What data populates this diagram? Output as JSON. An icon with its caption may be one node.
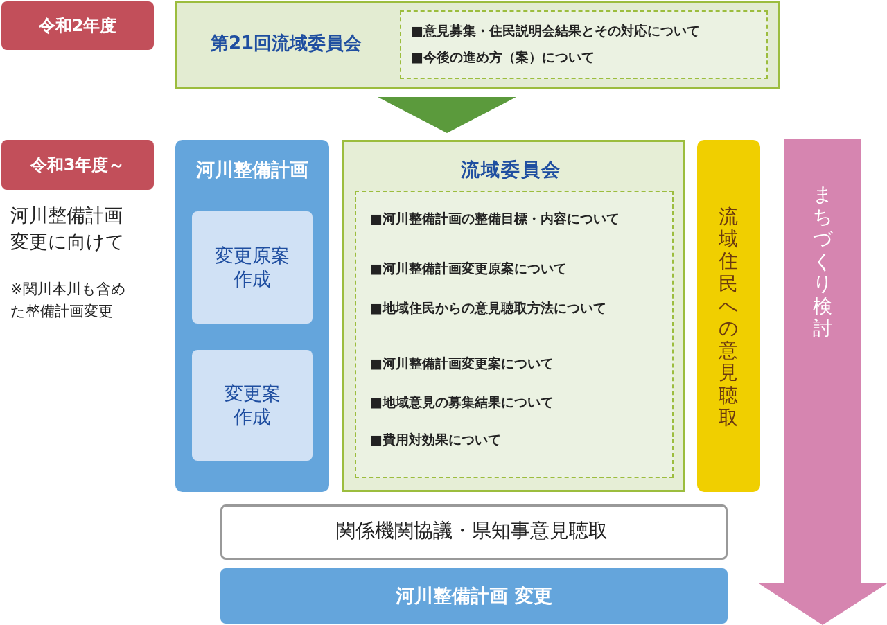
{
  "diagram": {
    "nodes": [
      {
        "text": [
          "令和2年度"
        ]
      },
      {
        "text": [
          "第21回流域委員会"
        ]
      },
      {
        "text": [
          "■意見募集・住民説明会結果とその対応について",
          "■今後の進め方（案）について"
        ],
        "in": 1
      },
      {
        "text": [
          "令和3年度～"
        ]
      },
      {
        "text": [
          "河川整備計画"
        ]
      },
      {
        "text": [
          "変更原案作成"
        ],
        "in": 4
      },
      {
        "text": [
          "変更案作成"
        ],
        "in": 4
      },
      {
        "text": [
          "流域委員会"
        ]
      },
      {
        "text": [
          "■河川整備計画の整備目標・内容について",
          "■河川整備計画変更原案について",
          "■地域住民からの意見聴取方法について",
          "■河川整備計画変更案について",
          "■地域意見の募集結果について",
          "■費用対効果について"
        ],
        "in": 7
      },
      {
        "text": [
          "流域住民への意見聴取"
        ]
      },
      {
        "text": [
          "まちづくり検討"
        ]
      },
      {
        "text": [
          "関係機関協議・県知事意見聴取"
        ]
      },
      {
        "text": [
          "河川整備計画 変更"
        ]
      }
    ],
    "edges": [
      {
        "from": 1,
        "to": 7,
        "arrow": "to"
      }
    ],
    "labels": [
      "河川整備計画変更に向けて",
      "※関川本川も含めた整備計画変更"
    ]
  }
}
